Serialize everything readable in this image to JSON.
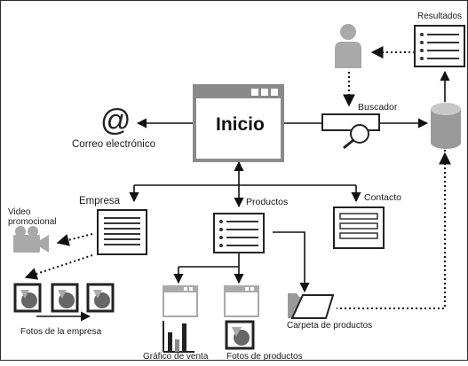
{
  "colors": {
    "line": "#111111",
    "icon_fill": "#b7b7b7",
    "icon_dark": "#555555",
    "page": "#ffffff"
  },
  "labels": {
    "inicio": "Inicio",
    "correo": "Correo electrónico",
    "correo_icon": "@",
    "buscador": "Buscador",
    "resultados": "Resultados",
    "empresa": "Empresa",
    "productos": "Productos",
    "contacto": "Contacto",
    "video": "Video\npromocional",
    "fotos_empresa": "Fotos de la empresa",
    "carpeta": "Carpeta de productos",
    "grafico": "Gráfico de venta",
    "fotos_productos": "Fotos de productos"
  },
  "icons": {
    "home_window": "browser-window-icon",
    "email": "at-sign-icon",
    "user": "person-icon",
    "results": "results-list-icon",
    "search": "magnifier-icon",
    "database": "database-icon",
    "empresa_doc": "document-icon",
    "productos_doc": "list-document-icon",
    "contacto_doc": "form-document-icon",
    "video": "video-camera-icon",
    "photos": "photo-icon",
    "folder": "folder-icon",
    "sales_chart": "bar-chart-window-icon",
    "product_photo": "photo-window-icon"
  }
}
